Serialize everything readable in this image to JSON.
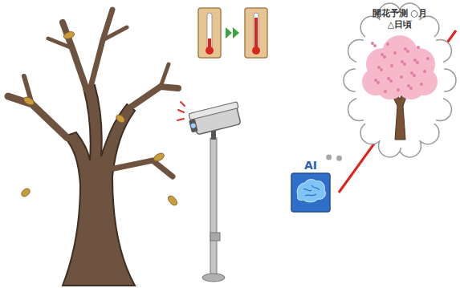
{
  "diagram": {
    "nodes": [
      {
        "text": [
          "AI"
        ]
      },
      {
        "text": [
          "開花予測 ○月△日頃"
        ]
      }
    ],
    "edges": [
      {
        "from": 0,
        "to": 1,
        "arrow": "none"
      }
    ]
  }
}
